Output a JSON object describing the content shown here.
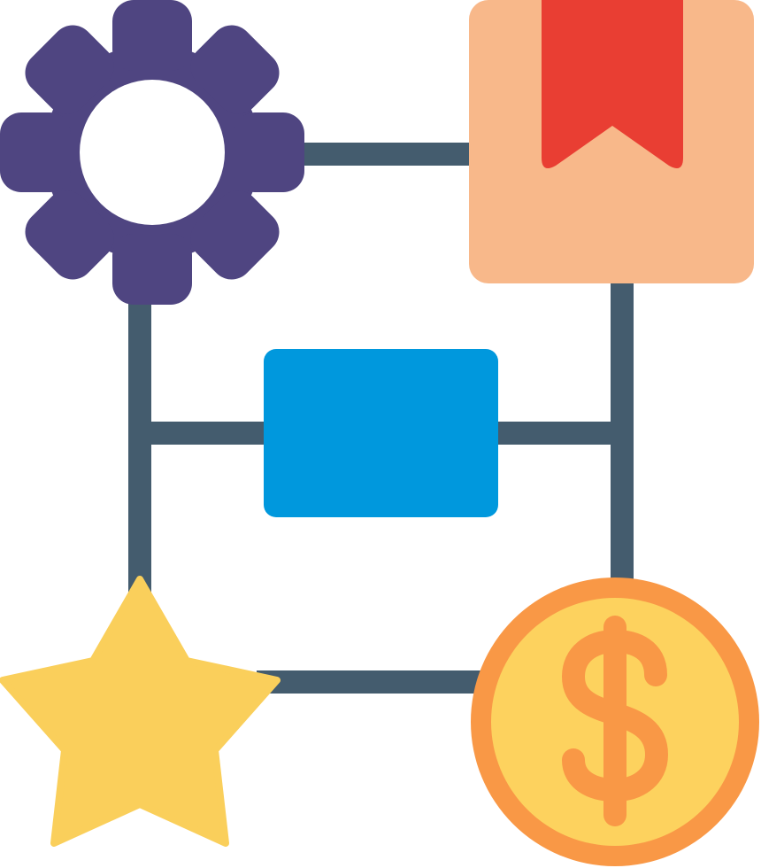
{
  "diagram": {
    "nodes": [
      {
        "id": "settings",
        "icon": "gear-icon"
      },
      {
        "id": "package",
        "icon": "box-with-bookmark-icon"
      },
      {
        "id": "center",
        "icon": "rectangle-block"
      },
      {
        "id": "rating",
        "icon": "star-icon"
      },
      {
        "id": "payment",
        "icon": "dollar-coin-icon"
      }
    ],
    "connectors": [
      {
        "from": "settings",
        "to": "package"
      },
      {
        "from": "settings",
        "to": "rating"
      },
      {
        "from": "package",
        "to": "payment"
      },
      {
        "from": "rating",
        "to": "payment"
      },
      {
        "from": "center",
        "to": "settings"
      },
      {
        "from": "center",
        "to": "package"
      }
    ],
    "colors": {
      "connector": "#445C6E",
      "gear": "#4F4581",
      "gear_hole": "#FFFFFF",
      "box": "#F8B88A",
      "bookmark": "#E93E33",
      "center_block": "#0098DD",
      "star": "#FACF5B",
      "coin_outer": "#F99846",
      "coin_inner": "#FDD25E",
      "dollar": "#F99846"
    }
  }
}
